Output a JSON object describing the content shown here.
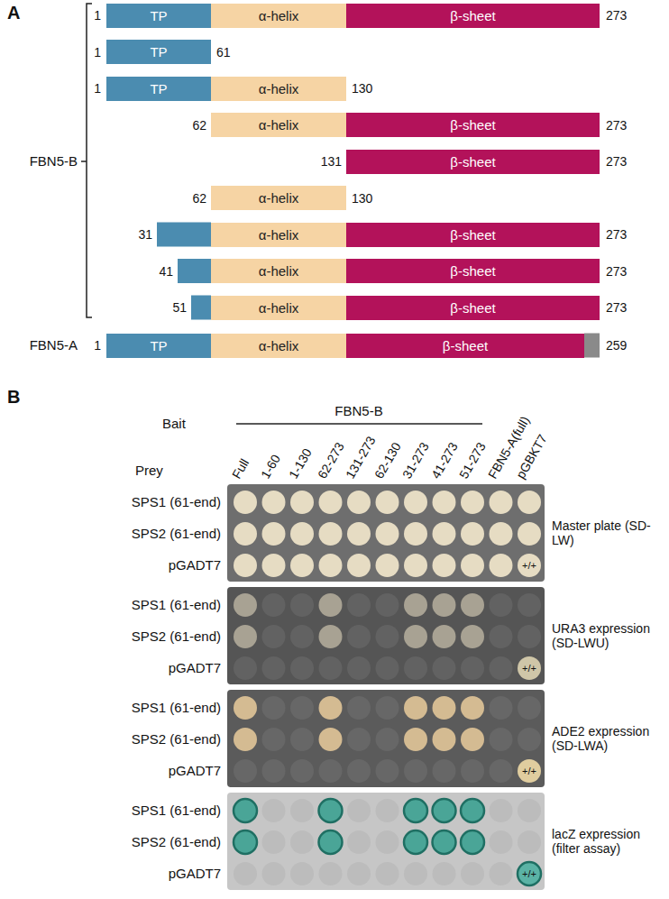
{
  "diagram": {
    "nodes": [
      {
        "text": [
          "TP"
        ]
      },
      {
        "text": [
          "α-helix"
        ]
      },
      {
        "text": [
          "β-sheet"
        ]
      },
      {
        "text": [
          "TP"
        ]
      },
      {
        "text": [
          "TP"
        ]
      },
      {
        "text": [
          "α-helix"
        ]
      },
      {
        "text": [
          "α-helix"
        ]
      },
      {
        "text": [
          "β-sheet"
        ]
      },
      {
        "text": [
          "β-sheet"
        ]
      },
      {
        "text": [
          "α-helix"
        ]
      },
      {
        "text": [
          "α-helix"
        ]
      },
      {
        "text": [
          "β-sheet"
        ]
      },
      {
        "text": [
          "α-helix"
        ]
      },
      {
        "text": [
          "β-sheet"
        ]
      },
      {
        "text": [
          "α-helix"
        ]
      },
      {
        "text": [
          "β-sheet"
        ]
      },
      {
        "text": [
          "TP"
        ]
      },
      {
        "text": [
          "α-helix"
        ]
      },
      {
        "text": [
          "β-sheet"
        ]
      }
    ],
    "labels": [
      "A",
      "1",
      "273",
      "1",
      "61",
      "1",
      "130",
      "62",
      "273",
      "131",
      "273",
      "62",
      "130",
      "31",
      "273",
      "41",
      "273",
      "51",
      "273",
      "FBN5-B",
      "1",
      "259",
      "FBN5-A",
      "B",
      "Bait",
      "FBN5-B",
      "Prey",
      "Full",
      "1-60",
      "1-130",
      "62-273",
      "131-273",
      "62-130",
      "31-273",
      "41-273",
      "51-273",
      "FBN5-A(full)",
      "pGBKT7",
      "SPS1 (61-end)",
      "SPS2 (61-end)",
      "pGADT7",
      "Master plate (SD-LW)",
      "SPS1 (61-end)",
      "SPS2 (61-end)",
      "pGADT7",
      "URA3 expression (SD-LWU)",
      "SPS1 (61-end)",
      "SPS2 (61-end)",
      "pGADT7",
      "ADE2 expression (SD-LWA)",
      "SPS1 (61-end)",
      "SPS2 (61-end)",
      "pGADT7",
      "lacZ expression (filter assay)",
      "+/+",
      "+/+",
      "+/+",
      "+/+"
    ]
  }
}
